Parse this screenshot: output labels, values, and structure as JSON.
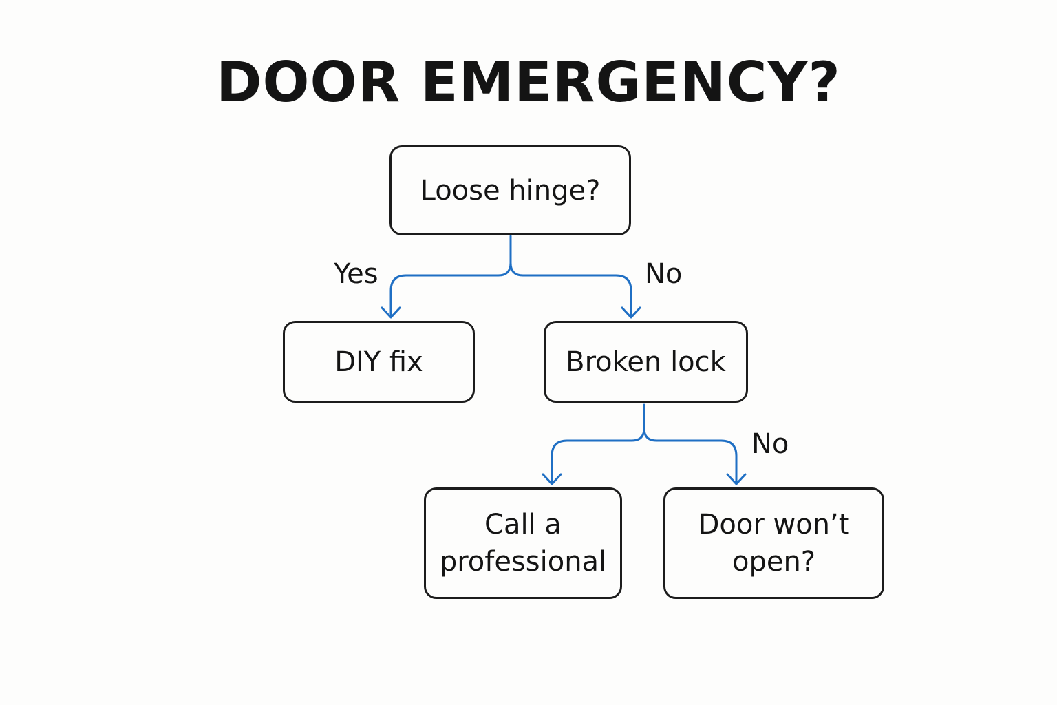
{
  "title": "DOOR EMERGENCY?",
  "colors": {
    "connector": "#1f6fc4",
    "node_border": "#1c1c1c",
    "text": "#141414",
    "background": "#fdfdfc"
  },
  "nodes": {
    "loose_hinge": {
      "label": "Loose hinge?"
    },
    "diy_fix": {
      "label": "DIY fix"
    },
    "broken_lock": {
      "label": "Broken lock"
    },
    "call_professional": {
      "line1": "Call a",
      "line2": "professional"
    },
    "door_wont_open": {
      "line1": "Door won’t",
      "line2": "open?"
    }
  },
  "edge_labels": {
    "hinge_yes": "Yes",
    "hinge_no": "No",
    "lock_no": "No"
  }
}
